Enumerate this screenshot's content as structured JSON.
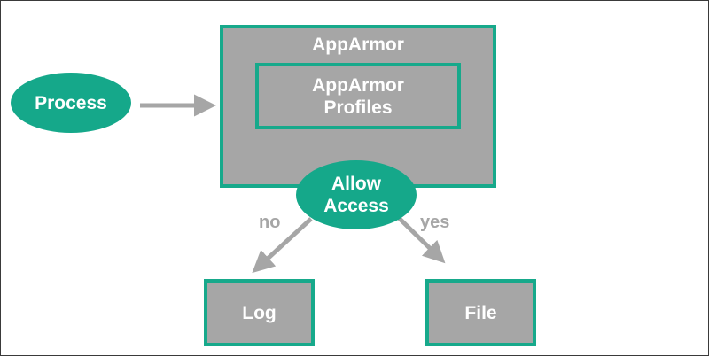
{
  "nodes": {
    "apparmor": "AppArmor",
    "profiles": "AppArmor Profiles",
    "process": "Process",
    "allow_access": "Allow Access",
    "log": "Log",
    "file": "File"
  },
  "edges": {
    "no": "no",
    "yes": "yes"
  },
  "colors": {
    "accent_green": "#17a98b",
    "box_gray": "#a6a6a6",
    "text_white": "#ffffff",
    "arrow_gray": "#a6a6a6"
  }
}
